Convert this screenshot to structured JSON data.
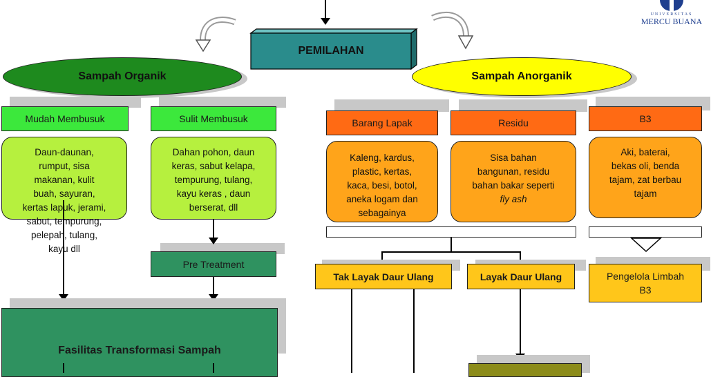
{
  "logo": {
    "top_text": "UNIVERSITAS",
    "main_text": "MERCU BUANA"
  },
  "main": {
    "title": "PEMILAHAN"
  },
  "organic": {
    "title": "Sampah Organik",
    "easy": {
      "label": "Mudah Membusuk",
      "items": "Daun-daunan,\nrumput, sisa\nmakanan, kulit\nbuah, sayuran,\nkertas lapuk, jerami,\nsabut, tempurung,\npelepah, tulang,\nkayu dll"
    },
    "hard": {
      "label": "Sulit Membusuk",
      "items": "Dahan pohon, daun\nkeras, sabut kelapa,\ntempurung, tulang,\nkayu keras , daun\nberserat, dll"
    },
    "pretreatment": "Pre Treatment",
    "facility": "Fasilitas Transformasi Sampah"
  },
  "inorganic": {
    "title": "Sampah Anorganik",
    "barang": {
      "label": "Barang Lapak",
      "items": "Kaleng, kardus,\nplastic, kertas,\nkaca, besi, botol,\naneka logam dan\nsebagainya"
    },
    "residu": {
      "label": "Residu",
      "items": "Sisa bahan\nbangunan, residu\nbahan bakar seperti",
      "items_italic": "fly ash"
    },
    "b3": {
      "label": "B3",
      "items": "Aki, baterai,\nbekas oli, benda\ntajam, zat berbau\ntajam"
    },
    "not_recyclable": "Tak Layak Daur Ulang",
    "recyclable": "Layak Daur Ulang",
    "waste_manager": "Pengelola Limbah\nB3"
  },
  "colors": {
    "organic_ellipse": "#1e8a1e",
    "inorganic_ellipse": "#ffff00",
    "main_box": "#2a8c8c"
  }
}
